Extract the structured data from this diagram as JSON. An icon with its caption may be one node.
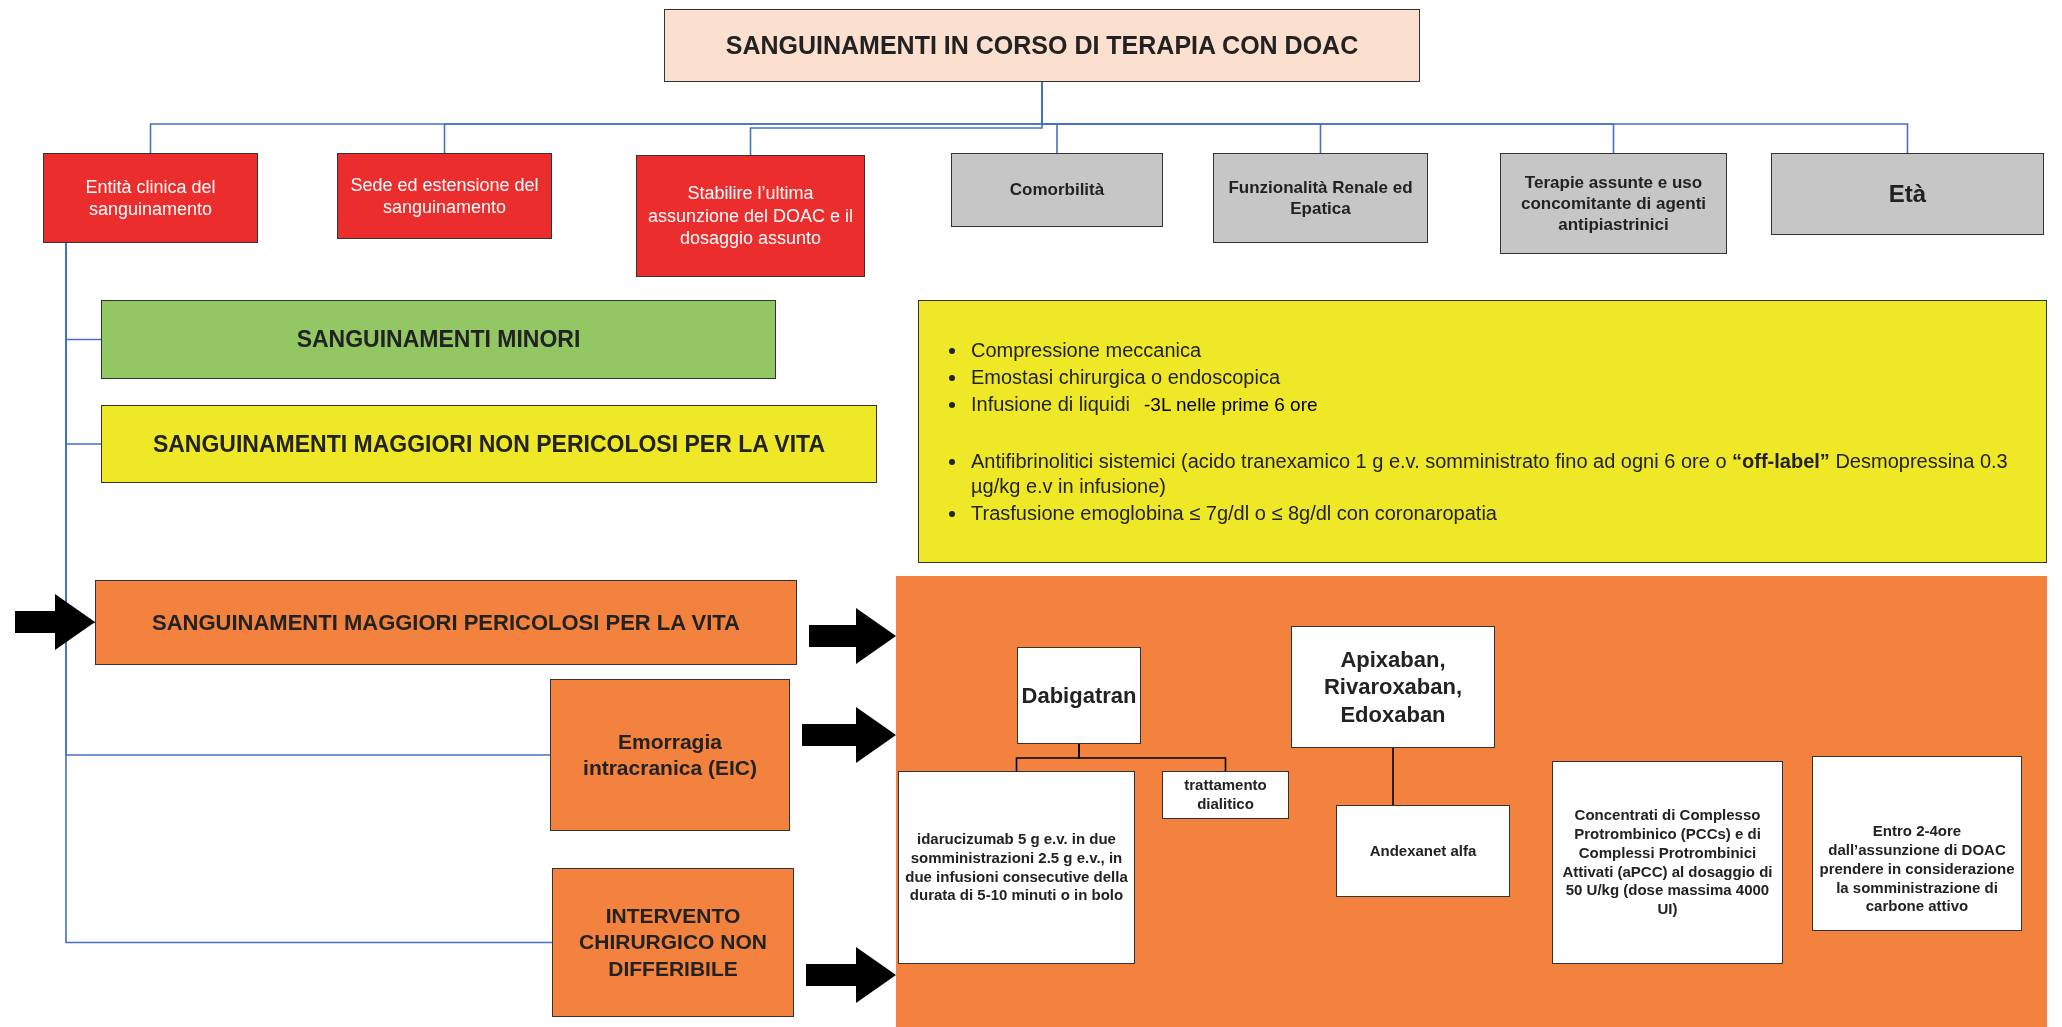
{
  "diagram": {
    "nodes": [
      {
        "text": [
          "SANGUINAMENTI IN CORSO DI TERAPIA CON DOAC"
        ]
      },
      {
        "text": [
          "Entità clinica del sanguinamento"
        ]
      },
      {
        "text": [
          "Sede ed estensione del sanguinamento"
        ]
      },
      {
        "text": [
          "Stabilire l’ultima assunzione del DOAC e il dosaggio assunto"
        ]
      },
      {
        "text": [
          "Comorbilità"
        ]
      },
      {
        "text": [
          "Funzionalità Renale ed Epatica"
        ]
      },
      {
        "text": [
          "Terapie assunte e uso concomitante di agenti antipiastrinici"
        ]
      },
      {
        "text": [
          "Età"
        ]
      },
      {
        "text": [
          "SANGUINAMENTI MINORI"
        ]
      },
      {
        "text": [
          "SANGUINAMENTI MAGGIORI NON PERICOLOSI PER LA VITA"
        ]
      },
      {
        "text": [
          "Compressione meccanica",
          "Emostasi chirurgica o endoscopica",
          "Infusione di liquidi",
          "-3L nelle prime 6 ore",
          "Antifibrinolitici sistemici (acido tranexamico 1 g e.v. somministrato fino ad ogni 6 ore o **“off-label”** Desmopressina 0.3 µg/kg e.v in infusione)",
          "Trasfusione emoglobina ≤ 7g/dl o ≤ 8g/dl con coronaropatia"
        ]
      },
      {
        "text": [
          "SANGUINAMENTI MAGGIORI PERICOLOSI PER LA VITA"
        ]
      },
      {
        "text": [
          "Emorragia intracranica (EIC)"
        ]
      },
      {
        "text": [
          "INTERVENTO CHIRURGICO NON DIFFERIBILE"
        ]
      },
      {
        "text": [],
        "shape": "box"
      },
      {
        "text": [
          "Dabigatran"
        ],
        "in": 14
      },
      {
        "text": [
          "Apixaban, Rivaroxaban, Edoxaban"
        ],
        "in": 14
      },
      {
        "text": [
          "idarucizumab 5 g e.v. in due somministrazioni 2.5 g e.v., in due infusioni consecutive della durata di 5-10 minuti o in bolo"
        ],
        "in": 14
      },
      {
        "text": [
          "trattamento dialitico"
        ],
        "in": 14
      },
      {
        "text": [
          "Andexanet alfa"
        ],
        "in": 14
      },
      {
        "text": [
          "Concentrati di Complesso Protrombinico (PCCs) e di Complessi Protrombinici Attivati (aPCC) al dosaggio di 50 U/kg (dose massima 4000 UI)"
        ],
        "in": 14
      },
      {
        "text": [
          "Entro 2-4ore dall’assunzione di DOAC prendere in considerazione la somministrazione di carbone attivo"
        ],
        "in": 14
      }
    ],
    "edges": [
      {
        "from": 0,
        "to": 1,
        "arrow": "none"
      },
      {
        "from": 0,
        "to": 2,
        "arrow": "none"
      },
      {
        "from": 0,
        "to": 3,
        "arrow": "none"
      },
      {
        "from": 0,
        "to": 4,
        "arrow": "none"
      },
      {
        "from": 0,
        "to": 5,
        "arrow": "none"
      },
      {
        "from": 0,
        "to": 6,
        "arrow": "none"
      },
      {
        "from": 0,
        "to": 7,
        "arrow": "none"
      },
      {
        "from": 1,
        "to": 8,
        "arrow": "none"
      },
      {
        "from": 1,
        "to": 9,
        "arrow": "none"
      },
      {
        "from": 1,
        "to": 11,
        "arrow": "none"
      },
      {
        "from": 1,
        "to": 12,
        "arrow": "none"
      },
      {
        "from": 1,
        "to": 13,
        "arrow": "none"
      },
      {
        "from": null,
        "to": 11,
        "arrow": "to",
        "style": "thick",
        "color": "#000000"
      },
      {
        "from": 11,
        "to": 14,
        "arrow": "to",
        "style": "thick",
        "color": "#000000"
      },
      {
        "from": 12,
        "to": 14,
        "arrow": "to",
        "style": "thick",
        "color": "#000000"
      },
      {
        "from": 13,
        "to": 14,
        "arrow": "to",
        "style": "thick",
        "color": "#000000"
      },
      {
        "from": 15,
        "to": 17,
        "arrow": "none",
        "color": "#000000"
      },
      {
        "from": 15,
        "to": 18,
        "arrow": "none",
        "color": "#000000"
      },
      {
        "from": 16,
        "to": 19,
        "arrow": "none",
        "color": "#000000"
      }
    ]
  }
}
